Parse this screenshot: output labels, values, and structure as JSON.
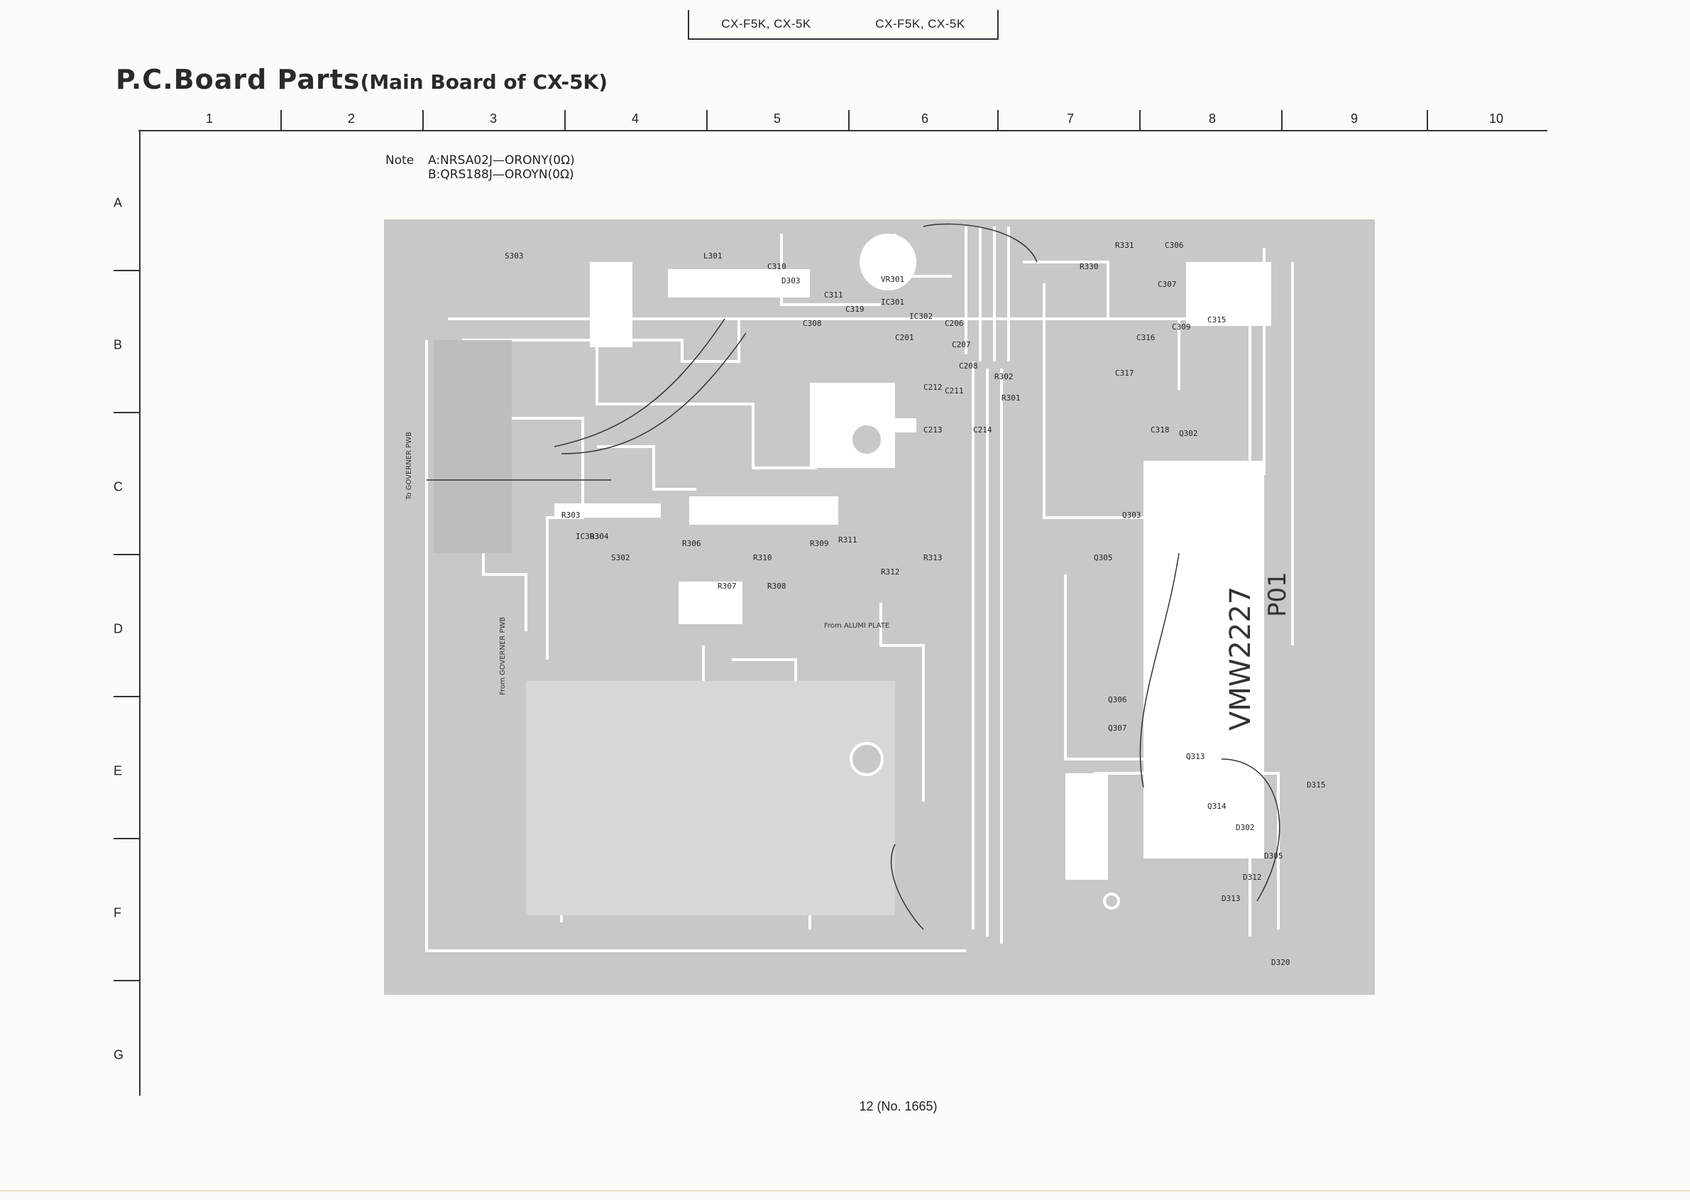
{
  "header": {
    "left_label": "CX-F5K, CX-5K",
    "right_label": "CX-F5K, CX-5K"
  },
  "title": {
    "main": "P.C.Board Parts",
    "sub": "(Main Board of CX-5K)"
  },
  "columns": [
    "1",
    "2",
    "3",
    "4",
    "5",
    "6",
    "7",
    "8",
    "9",
    "10"
  ],
  "rows": [
    "A",
    "B",
    "C",
    "D",
    "E",
    "F",
    "G"
  ],
  "note": {
    "label": "Note",
    "lines": [
      "A:NRSA02J—ORONY(0Ω)",
      "B:QRS188J—OROYN(0Ω)"
    ]
  },
  "board": {
    "serial": "VMW2227",
    "revision": "P01",
    "arrows": [
      {
        "text": "To GOVERNER PWB"
      },
      {
        "text": "From GOVERNER PWB"
      },
      {
        "text": "From ALUMI PLATE"
      }
    ],
    "components": [
      "S303",
      "L301",
      "VR301",
      "C310",
      "D303",
      "C311",
      "C319",
      "IC301",
      "C308",
      "IC302",
      "C201",
      "C206",
      "C207",
      "C208",
      "C211",
      "C212",
      "C213",
      "C214",
      "R301",
      "R302",
      "R303",
      "R304",
      "R306",
      "R307",
      "R308",
      "R309",
      "R310",
      "R311",
      "R312",
      "R313",
      "R330",
      "R331",
      "C306",
      "C307",
      "C309",
      "C315",
      "C316",
      "C317",
      "C318",
      "Q302",
      "Q303",
      "Q305",
      "Q306",
      "Q307",
      "Q313",
      "Q314",
      "D302",
      "D305",
      "D312",
      "D313",
      "D315",
      "D320",
      "IC303",
      "S302"
    ]
  },
  "footer": {
    "page": "12 (No. 1665)"
  }
}
